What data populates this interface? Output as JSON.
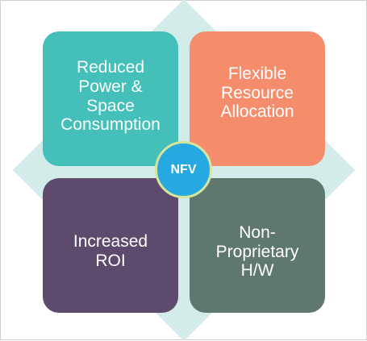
{
  "diagram": {
    "center_label": "NFV",
    "quadrants": [
      {
        "label": "Reduced\nPower &\nSpace\nConsumption",
        "color": "#44bfba"
      },
      {
        "label": "Flexible\nResource\nAllocation",
        "color": "#f58c6c"
      },
      {
        "label": "Increased\nROI",
        "color": "#5d4a6c"
      },
      {
        "label": "Non-\nProprietary\nH/W",
        "color": "#5e7870"
      }
    ],
    "diamond_color": "#d3ecea",
    "center_color": "#26a9e1",
    "center_border_color": "#d7e59a"
  }
}
